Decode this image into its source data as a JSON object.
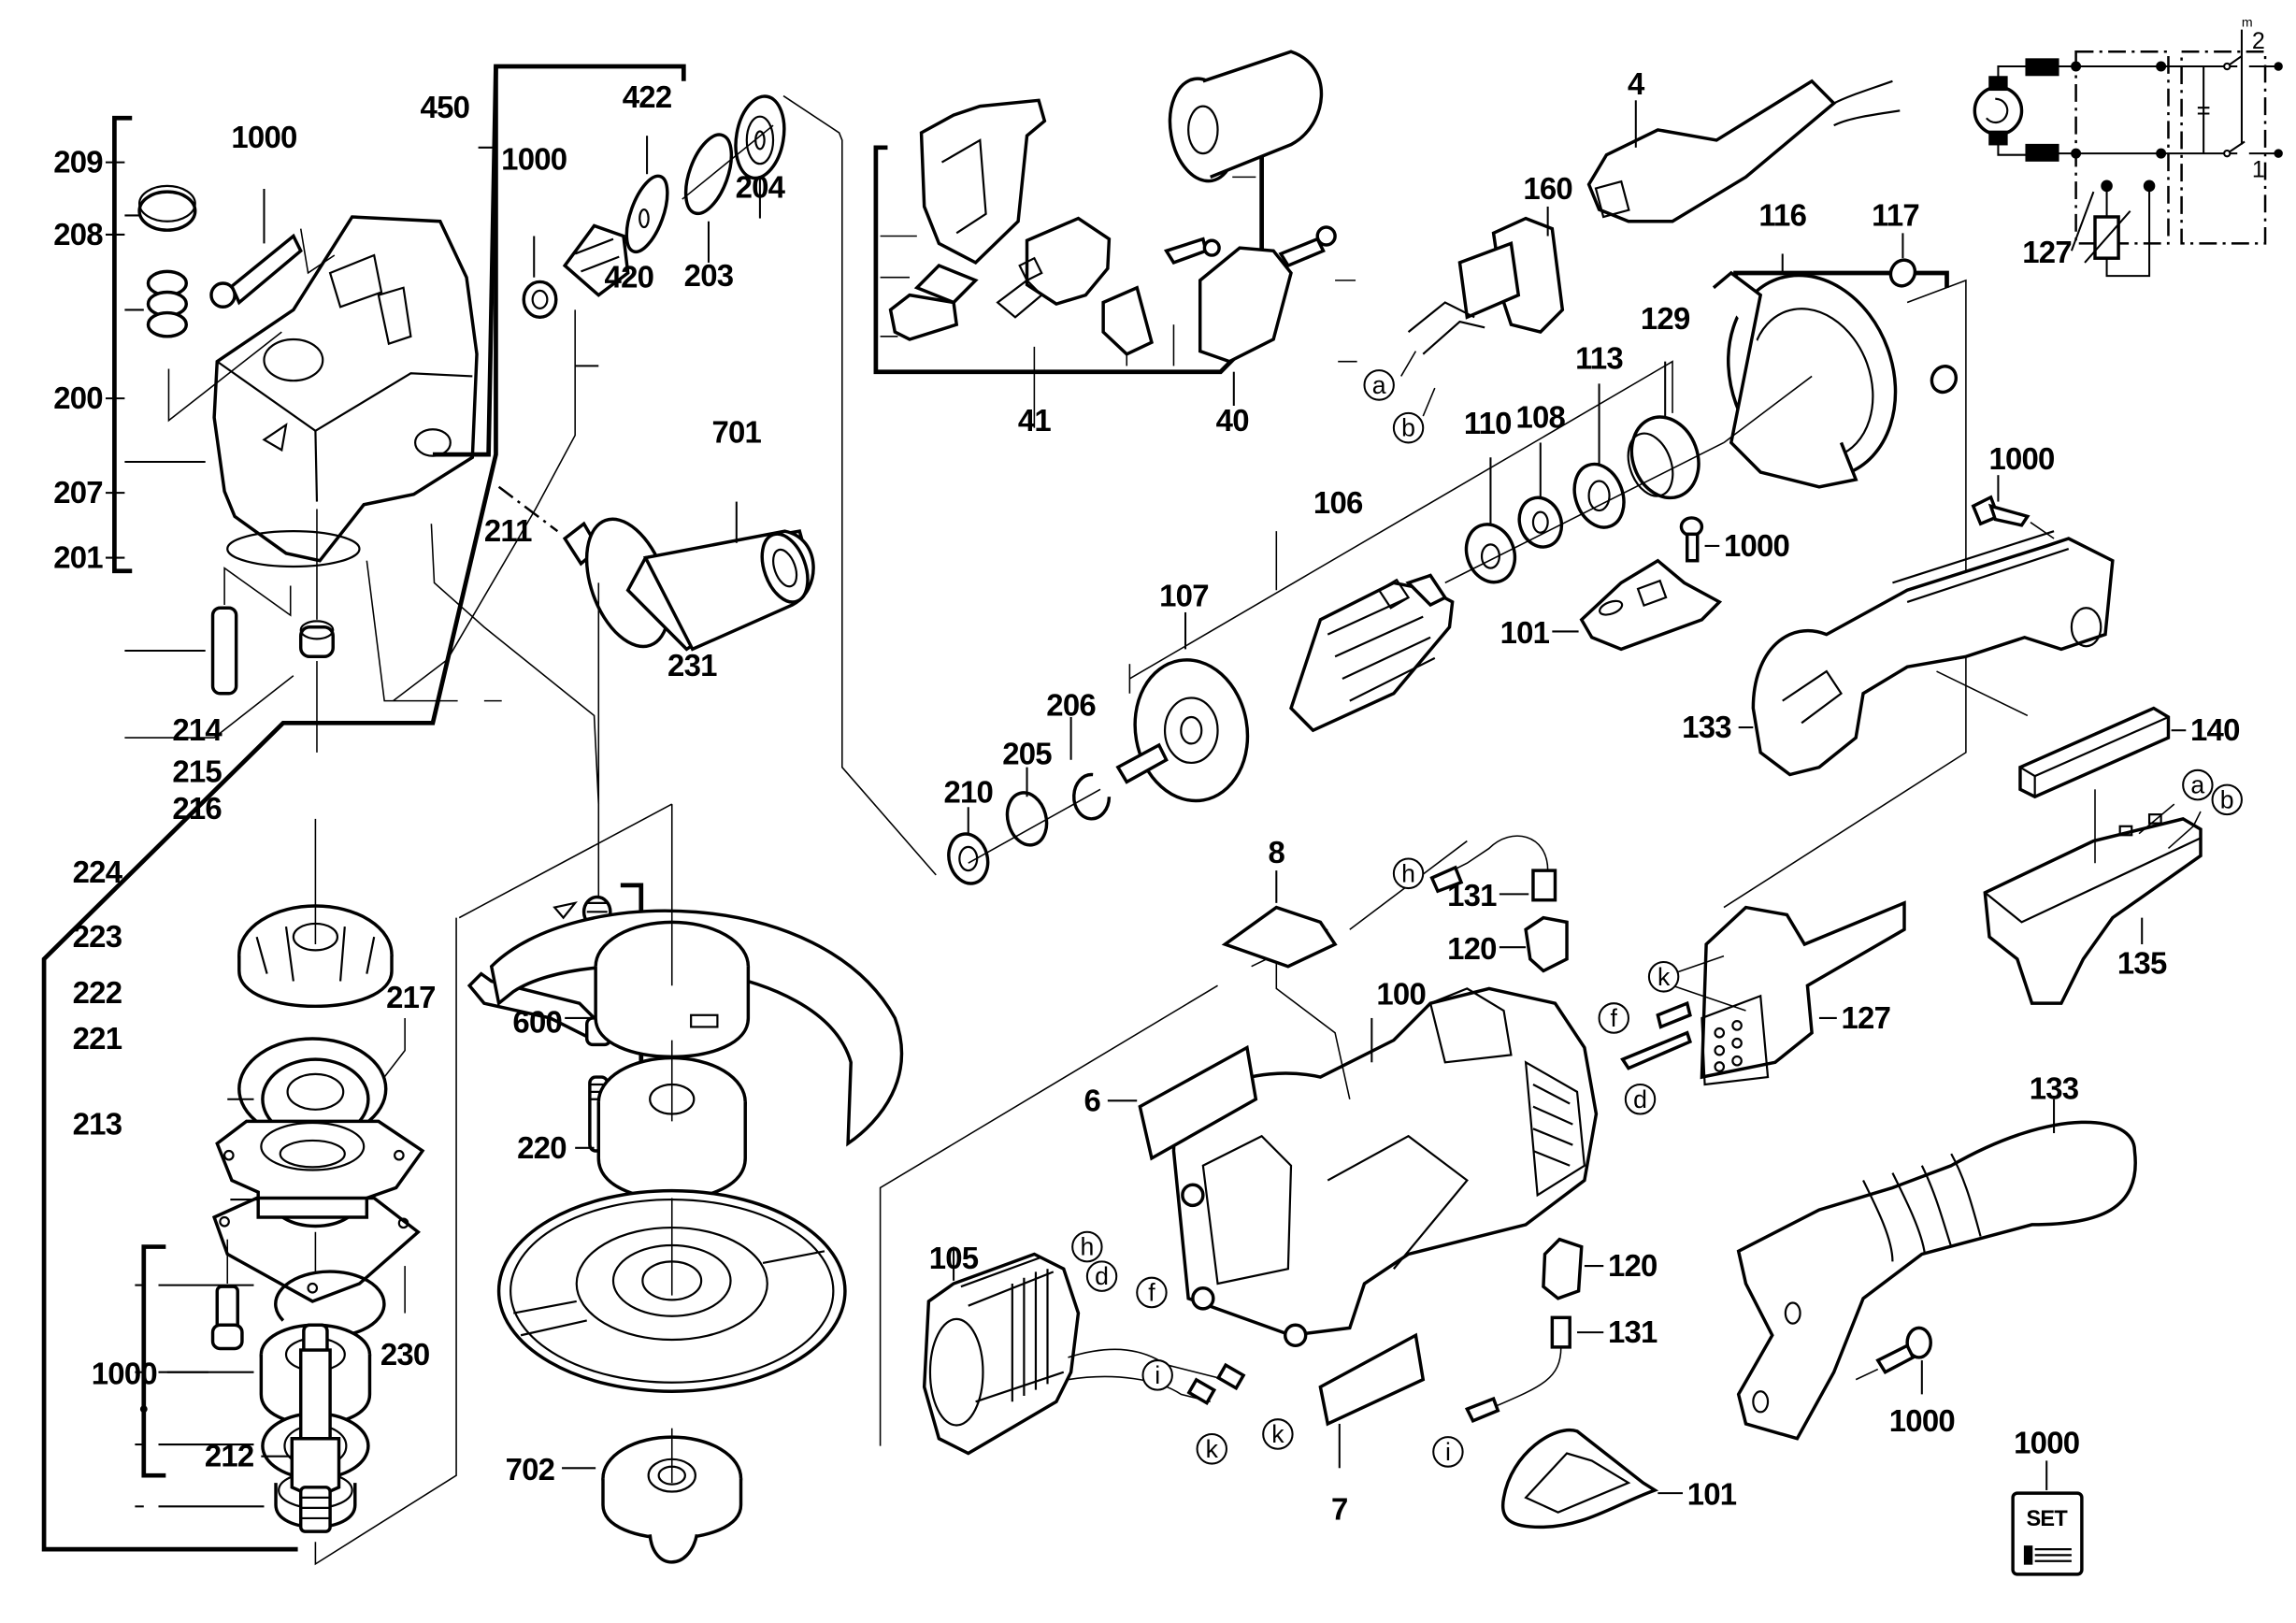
{
  "diagram": {
    "title": "Angle grinder exploded parts diagram",
    "callouts": [
      {
        "id": "c209",
        "text": "209"
      },
      {
        "id": "c208",
        "text": "208"
      },
      {
        "id": "c200",
        "text": "200"
      },
      {
        "id": "c207",
        "text": "207"
      },
      {
        "id": "c201",
        "text": "201"
      },
      {
        "id": "c1000a",
        "text": "1000"
      },
      {
        "id": "c450",
        "text": "450"
      },
      {
        "id": "c422",
        "text": "422"
      },
      {
        "id": "c1000b",
        "text": "1000"
      },
      {
        "id": "c203",
        "text": "203"
      },
      {
        "id": "c204",
        "text": "204"
      },
      {
        "id": "c420",
        "text": "420"
      },
      {
        "id": "c211",
        "text": "211"
      },
      {
        "id": "c701",
        "text": "701"
      },
      {
        "id": "c41",
        "text": "41"
      },
      {
        "id": "c40",
        "text": "40"
      },
      {
        "id": "c4",
        "text": "4"
      },
      {
        "id": "c160",
        "text": "160"
      },
      {
        "id": "c116",
        "text": "116"
      },
      {
        "id": "c117",
        "text": "117"
      },
      {
        "id": "c127a",
        "text": "127"
      },
      {
        "id": "c129",
        "text": "129"
      },
      {
        "id": "c113",
        "text": "113"
      },
      {
        "id": "c108",
        "text": "108"
      },
      {
        "id": "c110",
        "text": "110"
      },
      {
        "id": "c106",
        "text": "106"
      },
      {
        "id": "c1000c",
        "text": "1000"
      },
      {
        "id": "c1000d",
        "text": "1000"
      },
      {
        "id": "c101a",
        "text": "101"
      },
      {
        "id": "c107",
        "text": "107"
      },
      {
        "id": "c133a",
        "text": "133"
      },
      {
        "id": "c140",
        "text": "140"
      },
      {
        "id": "c231",
        "text": "231"
      },
      {
        "id": "c214",
        "text": "214"
      },
      {
        "id": "c215",
        "text": "215"
      },
      {
        "id": "c216",
        "text": "216"
      },
      {
        "id": "c206",
        "text": "206"
      },
      {
        "id": "c205",
        "text": "205"
      },
      {
        "id": "c210",
        "text": "210"
      },
      {
        "id": "c8",
        "text": "8"
      },
      {
        "id": "c131a",
        "text": "131"
      },
      {
        "id": "c120a",
        "text": "120"
      },
      {
        "id": "c135",
        "text": "135"
      },
      {
        "id": "c224",
        "text": "224"
      },
      {
        "id": "c223",
        "text": "223"
      },
      {
        "id": "c222",
        "text": "222"
      },
      {
        "id": "c221",
        "text": "221"
      },
      {
        "id": "c217",
        "text": "217"
      },
      {
        "id": "c213",
        "text": "213"
      },
      {
        "id": "c600",
        "text": "600"
      },
      {
        "id": "c100",
        "text": "100"
      },
      {
        "id": "c127b",
        "text": "127"
      },
      {
        "id": "c6",
        "text": "6"
      },
      {
        "id": "c220",
        "text": "220"
      },
      {
        "id": "c133b",
        "text": "133"
      },
      {
        "id": "c105",
        "text": "105"
      },
      {
        "id": "c120b",
        "text": "120"
      },
      {
        "id": "c131b",
        "text": "131"
      },
      {
        "id": "c230",
        "text": "230"
      },
      {
        "id": "c1000e",
        "text": "1000"
      },
      {
        "id": "c1000f",
        "text": "1000"
      },
      {
        "id": "c212",
        "text": "212"
      },
      {
        "id": "c702",
        "text": "702"
      },
      {
        "id": "c7",
        "text": "7"
      },
      {
        "id": "c101b",
        "text": "101"
      },
      {
        "id": "c1000g",
        "text": "1000"
      }
    ],
    "wire_markers": {
      "a1": "a",
      "b1": "b",
      "a2": "a",
      "b2": "b",
      "h1": "h",
      "h2": "h",
      "k1": "k",
      "k2": "k",
      "k3": "k",
      "f1": "f",
      "f2": "f",
      "d1": "d",
      "d2": "d",
      "i1": "i",
      "i2": "i"
    },
    "schematic": {
      "switch_terminal_top": "2",
      "switch_terminal_bottom": "1",
      "switch_mark": "m"
    },
    "set_badge": {
      "text": "SET"
    }
  }
}
